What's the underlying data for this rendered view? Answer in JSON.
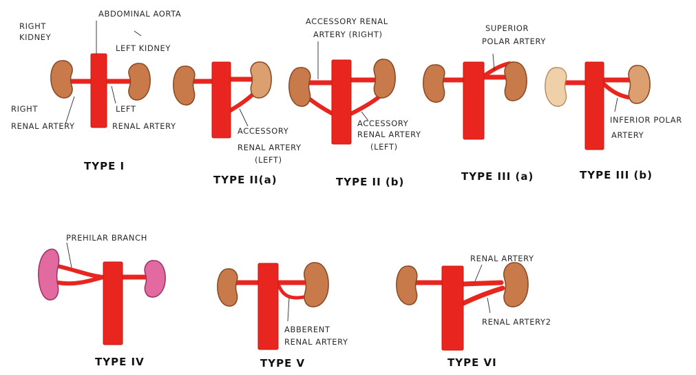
{
  "colors": {
    "artery": "#e8261f",
    "artery_dark": "#c81812",
    "kidney_brown": "#c97a4a",
    "kidney_brown_edge": "#8a4a25",
    "kidney_pale": "#f0d0a8",
    "kidney_pink": "#e26aa0",
    "kidney_pink_edge": "#9c3566"
  },
  "labels": {
    "abdominal_aorta": "ABDOMINAL AORTA",
    "right_kidney_1": "RIGHT",
    "right_kidney_2": "KIDNEY",
    "left_kidney": "LEFT KIDNEY",
    "right_renal_artery_1": "RIGHT",
    "right_renal_artery_2": "RENAL ARTERY",
    "left_renal_artery_1": "LEFT",
    "left_renal_artery_2": "RENAL ARTERY",
    "accessory_left_1": "ACCESSORY",
    "accessory_left_2": "RENAL ARTERY",
    "accessory_left_3": "(LEFT)",
    "accessory_right_1": "ACCESSORY RENAL",
    "accessory_right_2": "ARTERY (RIGHT)",
    "accessory_left_b_1": "ACCESSORY",
    "accessory_left_b_2": "RENAL ARTERY",
    "accessory_left_b_3": "(LEFT)",
    "superior_polar_1": "SUPERIOR",
    "superior_polar_2": "POLAR ARTERY",
    "inferior_polar_1": "INFERIOR POLAR",
    "inferior_polar_2": "ARTERY",
    "prehilar_branch": "PREHILAR BRANCH",
    "abberent_1": "ABBERENT",
    "abberent_2": "RENAL ARTERY",
    "renal_artery": "RENAL ARTERY",
    "renal_artery_2": "RENAL ARTERY2"
  },
  "types": {
    "t1": "TYPE I",
    "t2a": "TYPE II(a)",
    "t2b": "TYPE II (b)",
    "t3a": "TYPE III (a)",
    "t3b": "TYPE III (b)",
    "t4": "TYPE IV",
    "t5": "TYPE V",
    "t6": "TYPE VI"
  }
}
